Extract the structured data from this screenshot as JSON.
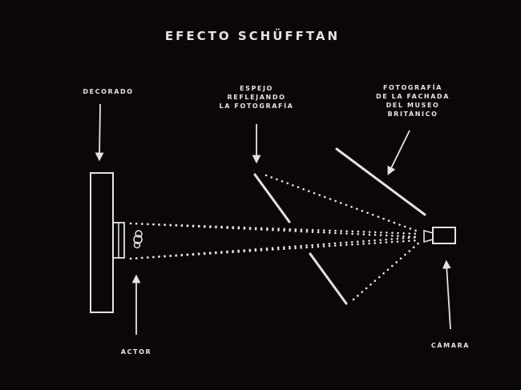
{
  "diagram": {
    "title": "EFECTO SCHÜFFTAN",
    "labels": {
      "decorado": "DECORADO",
      "espejo": "ESPEJO\nREFLEJANDO\nLA FOTOGRAFÍA",
      "fotografia": "FOTOGRAFÍA\nDE LA FACHADA\nDEL MUSEO\nBRITÁNICO",
      "actor": "ACTOR",
      "camara": "CÁMARA"
    },
    "colors": {
      "background": "#0b0707",
      "foreground": "#e6e2e0"
    },
    "elements": [
      "set-backdrop",
      "actor",
      "mirror",
      "museum-photo",
      "camera",
      "sight-lines"
    ]
  }
}
